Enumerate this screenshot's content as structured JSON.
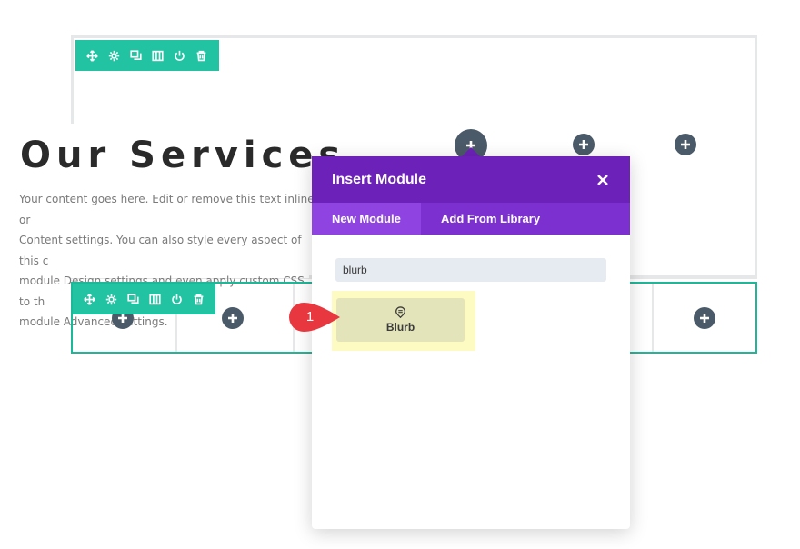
{
  "toolbar_top": {
    "icons": [
      "move-icon",
      "gear-icon",
      "duplicate-icon",
      "columns-icon",
      "power-icon",
      "trash-icon"
    ]
  },
  "toolbar_bottom": {
    "icons": [
      "move-icon",
      "gear-icon",
      "duplicate-icon",
      "columns-icon",
      "power-icon",
      "trash-icon"
    ]
  },
  "content": {
    "heading": "Our Services",
    "body": "Your content goes here. Edit or remove this text inline or\nContent settings. You can also style every aspect of this c\nmodule Design settings and even apply custom CSS to th\nmodule Advanced settings."
  },
  "modal": {
    "title": "Insert Module",
    "close_icon": "close-icon",
    "tabs": [
      {
        "label": "New Module",
        "active": true
      },
      {
        "label": "Add From Library",
        "active": false
      }
    ],
    "search_value": "blurb",
    "result": {
      "label": "Blurb",
      "icon": "blurb-icon"
    }
  },
  "annotation": {
    "number": "1"
  },
  "colors": {
    "accent_teal": "#22c3a2",
    "modal_purple": "#6c22b8",
    "tab_purple": "#7c30d0",
    "highlight_yellow": "#fefbc2",
    "marker_red": "#e8373e",
    "add_button": "#4b5a68"
  }
}
